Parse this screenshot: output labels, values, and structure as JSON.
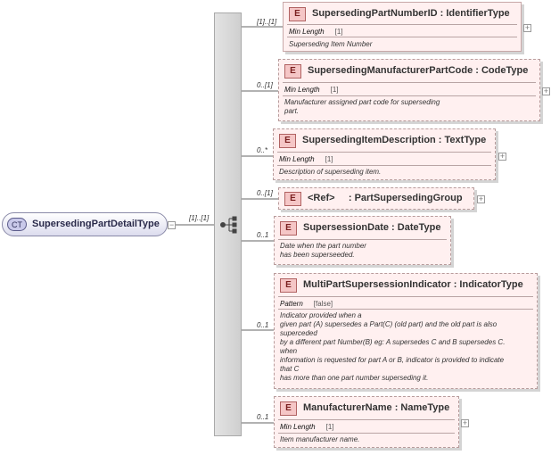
{
  "complex_type": {
    "badge": "CT",
    "name": "SupersedingPartDetailType",
    "cardinality": "[1]..[1]"
  },
  "toggle_symbols": {
    "collapse": "−",
    "expand": "+"
  },
  "elements": [
    {
      "cardinality": "[1]..[1]",
      "badge": "E",
      "title": "SupersedingPartNumberID : IdentifierType",
      "facet_label": "Min Length",
      "facet_value": "[1]",
      "doc": "Superseding Item Number"
    },
    {
      "cardinality": "0..[1]",
      "badge": "E",
      "title": "SupersedingManufacturerPartCode : CodeType",
      "facet_label": "Min Length",
      "facet_value": "[1]",
      "doc": "Manufacturer assigned part code for superseding\npart."
    },
    {
      "cardinality": "0..*",
      "badge": "E",
      "title": "SupersedingItemDescription : TextType",
      "facet_label": "Min Length",
      "facet_value": "[1]",
      "doc": "Description of superseding item."
    },
    {
      "cardinality": "0..[1]",
      "badge": "E",
      "title": "<Ref>     : PartSupersedingGroup"
    },
    {
      "cardinality": "0..1",
      "badge": "E",
      "title": "SupersessionDate : DateType",
      "doc": "Date when the part number\nhas been superseeded."
    },
    {
      "cardinality": "0..1",
      "badge": "E",
      "title": "MultiPartSupersessionIndicator : IndicatorType",
      "facet_label": "Pattern",
      "facet_value": "[false]",
      "doc": "Indicator provided when a\ngiven part (A) supersedes a Part(C) (old part) and the old part is also\nsuperceded\nby a different part Number(B) eg: A supersedes C and B supersedes C.\nwhen\ninformation is requested for part A or B, indicator is provided to indicate\nthat C\nhas more than one part number superseding it."
    },
    {
      "cardinality": "0..1",
      "badge": "E",
      "title": "ManufacturerName : NameType",
      "facet_label": "Min Length",
      "facet_value": "[1]",
      "doc": "Item manufacturer name."
    }
  ]
}
